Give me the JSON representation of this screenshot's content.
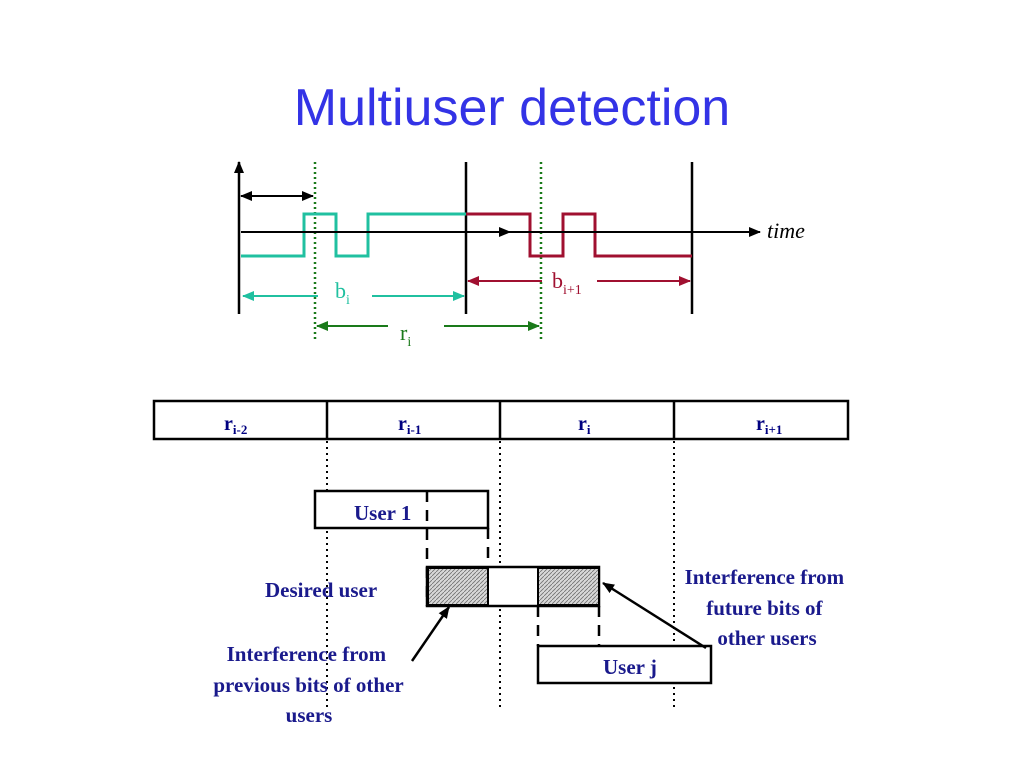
{
  "title": "Multiuser detection",
  "diagram": {
    "time_label": "time",
    "bit_i": {
      "base": "b",
      "sub": "i"
    },
    "bit_next": {
      "base": "b",
      "sub": "i+1"
    },
    "window_i": {
      "base": "r",
      "sub": "i"
    }
  },
  "windows": [
    {
      "base": "r",
      "sub": "i-2"
    },
    {
      "base": "r",
      "sub": "i-1"
    },
    {
      "base": "r",
      "sub": "i"
    },
    {
      "base": "r",
      "sub": "i+1"
    }
  ],
  "users": {
    "user1": "User 1",
    "userj": "User j"
  },
  "annotations": {
    "desired": "Desired user",
    "future_lines": [
      "Interference from",
      "future bits of",
      "other users"
    ],
    "previous_lines": [
      "Interference from",
      "previous bits of other",
      "users"
    ]
  },
  "colors": {
    "title": "#3333e6",
    "teal": "#20c0a0",
    "crimson": "#a01030",
    "green": "#1a7a1a",
    "navy": "#1a1a8c"
  }
}
